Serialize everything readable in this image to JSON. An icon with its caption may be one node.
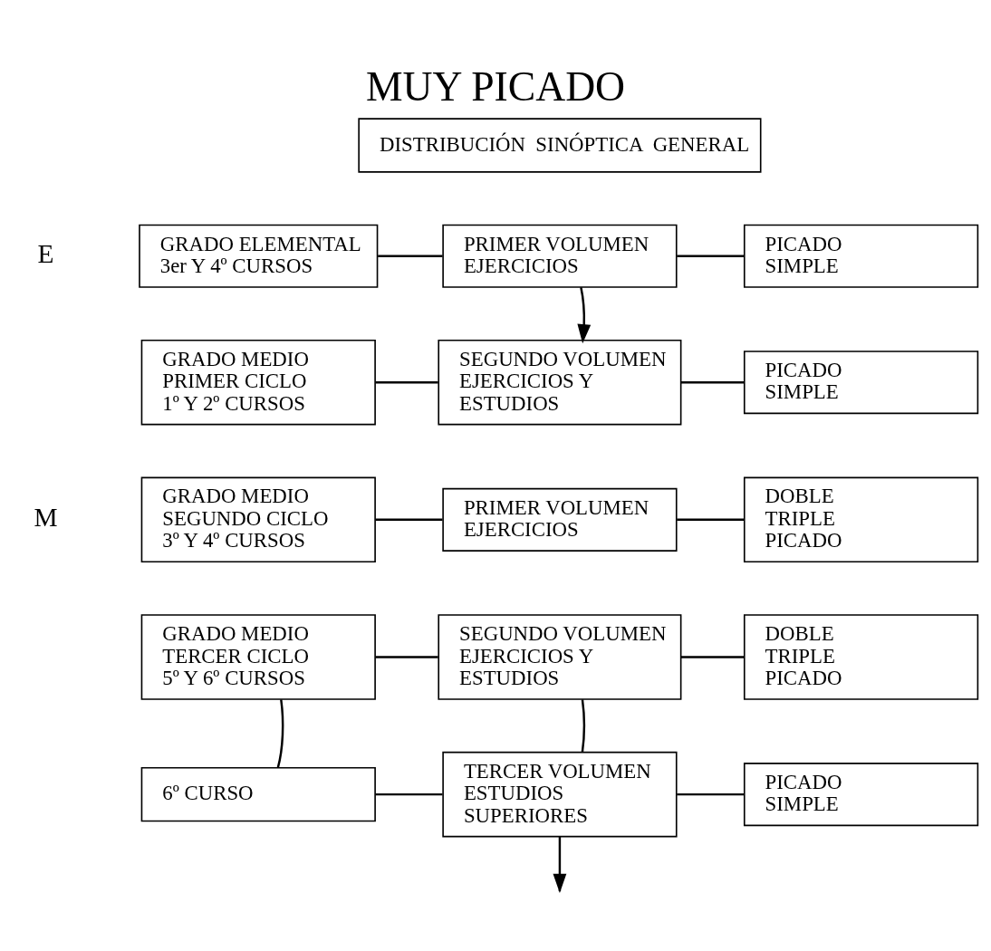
{
  "diagram": {
    "title": "MUY PICADO",
    "nodes": [
      {
        "text": [
          "DISTRIBUCIÓN  SINÓPTICA  GENERAL"
        ]
      },
      {
        "text": [
          "GRADO ELEMENTAL",
          "3er Y 4º CURSOS"
        ]
      },
      {
        "text": [
          "PRIMER VOLUMEN",
          "EJERCICIOS"
        ]
      },
      {
        "text": [
          "PICADO",
          "SIMPLE"
        ]
      },
      {
        "text": [
          "GRADO MEDIO",
          "PRIMER CICLO",
          "1º Y 2º CURSOS"
        ]
      },
      {
        "text": [
          "SEGUNDO VOLUMEN",
          "EJERCICIOS Y",
          "ESTUDIOS"
        ]
      },
      {
        "text": [
          "PICADO",
          "SIMPLE"
        ]
      },
      {
        "text": [
          "GRADO MEDIO",
          "SEGUNDO CICLO",
          "3º Y 4º CURSOS"
        ]
      },
      {
        "text": [
          "PRIMER VOLUMEN",
          "EJERCICIOS"
        ]
      },
      {
        "text": [
          "DOBLE",
          "TRIPLE",
          "PICADO"
        ]
      },
      {
        "text": [
          "GRADO MEDIO",
          "TERCER CICLO",
          "5º Y 6º CURSOS"
        ]
      },
      {
        "text": [
          "SEGUNDO VOLUMEN",
          "EJERCICIOS Y",
          "ESTUDIOS"
        ]
      },
      {
        "text": [
          "DOBLE",
          "TRIPLE",
          "PICADO"
        ]
      },
      {
        "text": [
          "6º CURSO"
        ]
      },
      {
        "text": [
          "TERCER VOLUMEN",
          "ESTUDIOS",
          "SUPERIORES"
        ]
      },
      {
        "text": [
          "PICADO",
          "SIMPLE"
        ]
      }
    ],
    "edges": [
      {
        "from": 1,
        "to": 2,
        "arrow": "none"
      },
      {
        "from": 2,
        "to": 3,
        "arrow": "none"
      },
      {
        "from": 2,
        "to": 5,
        "arrow": "to"
      },
      {
        "from": 4,
        "to": 5,
        "arrow": "none"
      },
      {
        "from": 5,
        "to": 6,
        "arrow": "none"
      },
      {
        "from": 7,
        "to": 8,
        "arrow": "none"
      },
      {
        "from": 8,
        "to": 9,
        "arrow": "none"
      },
      {
        "from": 10,
        "to": 11,
        "arrow": "none"
      },
      {
        "from": 11,
        "to": 12,
        "arrow": "none"
      },
      {
        "from": 10,
        "to": 13,
        "arrow": "none"
      },
      {
        "from": 11,
        "to": 14,
        "arrow": "none"
      },
      {
        "from": 13,
        "to": 14,
        "arrow": "none"
      },
      {
        "from": 14,
        "to": 15,
        "arrow": "none"
      },
      {
        "from": 14,
        "to": null,
        "arrow": "to"
      }
    ],
    "labels": [
      "E",
      "M"
    ]
  }
}
